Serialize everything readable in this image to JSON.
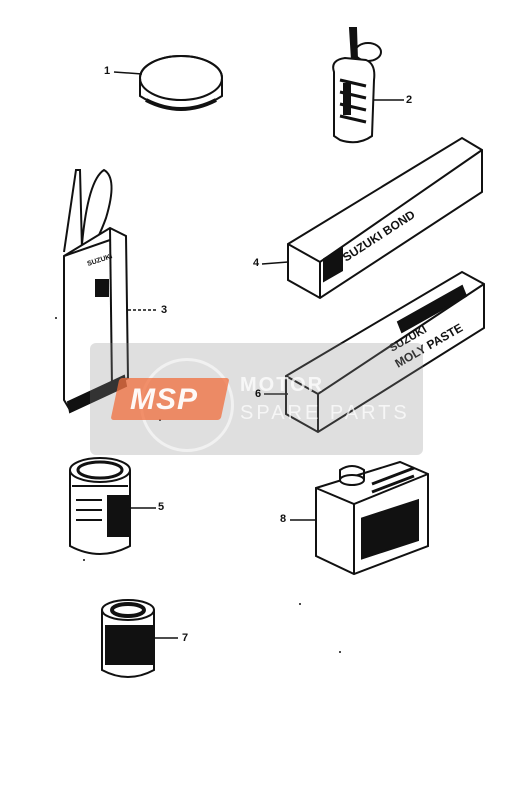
{
  "callouts": {
    "c1": "1",
    "c2": "2",
    "c3": "3",
    "c4": "4",
    "c5": "5",
    "c6": "6",
    "c7": "7",
    "c8": "8"
  },
  "labels": {
    "tube_brand": "SUZUKI",
    "box4_line1": "SUZUKI BOND",
    "box6_line1": "SUZUKI",
    "box6_line2": "MOLY PASTE"
  },
  "watermark": {
    "badge": "MSP",
    "line1": "MOTOR",
    "line2": "SPARE PARTS"
  },
  "colors": {
    "ink": "#111111",
    "watermark_gray": "#8c8c8c",
    "watermark_orange": "#f06e3c"
  }
}
